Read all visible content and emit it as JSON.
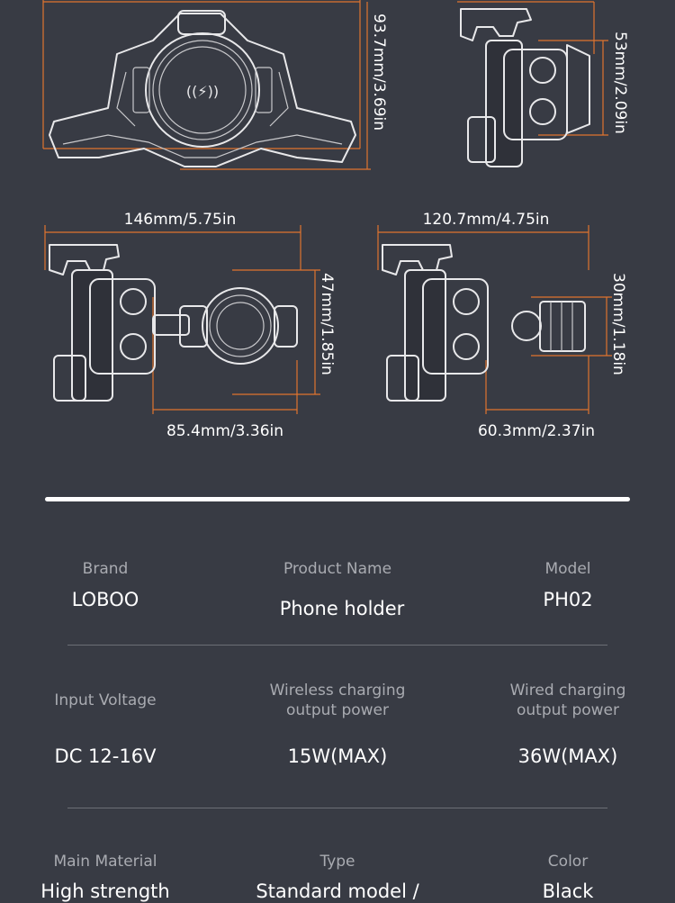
{
  "diagram_labels": {
    "front_height": "93.7mm/3.69in",
    "side_top_height": "53mm/2.09in",
    "bar_width": "146mm/5.75in",
    "bar_height": "47mm/1.85in",
    "bar_clamp_depth": "85.4mm/3.36in",
    "ball_width": "120.7mm/4.75in",
    "ball_height": "30mm/1.18in",
    "ball_depth": "60.3mm/2.37in"
  },
  "specs": [
    {
      "label": "Brand",
      "value": "LOBOO"
    },
    {
      "label": "Product Name",
      "value": "Phone holder"
    },
    {
      "label": "Model",
      "value": "PH02"
    },
    {
      "label": "Input Voltage",
      "value": "DC 12-16V"
    },
    {
      "label": "Wireless charging\noutput power",
      "value": "15W(MAX)"
    },
    {
      "label": "Wired charging\noutput power",
      "value": "36W(MAX)"
    },
    {
      "label": "Main Material",
      "value": "High strength"
    },
    {
      "label": "Type",
      "value": "Standard model /"
    },
    {
      "label": "Color",
      "value": "Black"
    }
  ],
  "colors": {
    "background": "#383b44",
    "dimension_line": "#e0742f",
    "text": "#ffffff",
    "label": "#a9abb1"
  }
}
